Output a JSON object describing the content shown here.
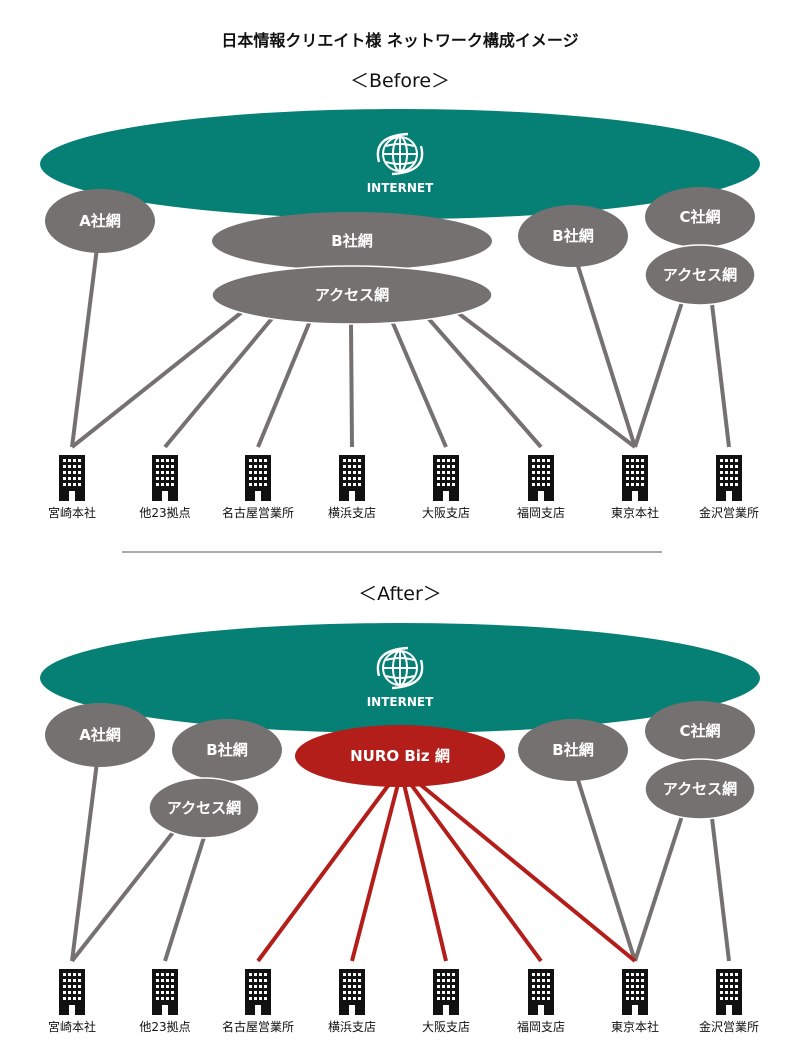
{
  "title": "日本情報クリエイト様 ネットワーク構成イメージ",
  "sections": {
    "before_label": "＜Before＞",
    "after_label": "＜After＞"
  },
  "internet_label": "INTERNET",
  "colors": {
    "internet": "#067f75",
    "carrier": "#767171",
    "nuro": "#b31e1a",
    "gray_line": "#767171",
    "red_line": "#b31e1a",
    "building": "#111111"
  },
  "icons": {
    "globe": "globe-icon",
    "building": "building-icon"
  },
  "before": {
    "networks": {
      "a": "A社網",
      "b_center": "B社網",
      "access_center": "アクセス網",
      "b_right": "B社網",
      "c": "C社網",
      "access_right": "アクセス網"
    },
    "sites": [
      "宮崎本社",
      "他23拠点",
      "名古屋営業所",
      "横浜支店",
      "大阪支店",
      "福岡支店",
      "東京本社",
      "金沢営業所"
    ]
  },
  "after": {
    "networks": {
      "a": "A社網",
      "b_left": "B社網",
      "access_left": "アクセス網",
      "nuro": "NURO Biz 網",
      "b_right": "B社網",
      "c": "C社網",
      "access_right": "アクセス網"
    },
    "sites": [
      "宮崎本社",
      "他23拠点",
      "名古屋営業所",
      "横浜支店",
      "大阪支店",
      "福岡支店",
      "東京本社",
      "金沢営業所"
    ]
  }
}
